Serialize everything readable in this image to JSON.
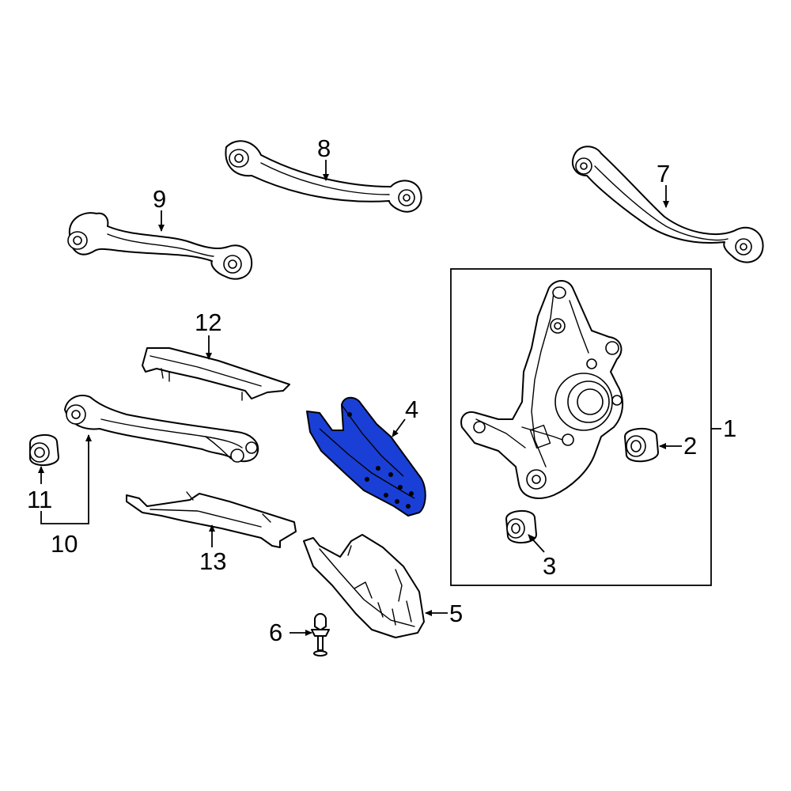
{
  "diagram": {
    "highlight_color": "#1a3fd6",
    "callouts": {
      "c1": "1",
      "c2": "2",
      "c3": "3",
      "c4": "4",
      "c5": "5",
      "c6": "6",
      "c7": "7",
      "c8": "8",
      "c9": "9",
      "c10": "10",
      "c11": "11",
      "c12": "12",
      "c13": "13"
    }
  }
}
